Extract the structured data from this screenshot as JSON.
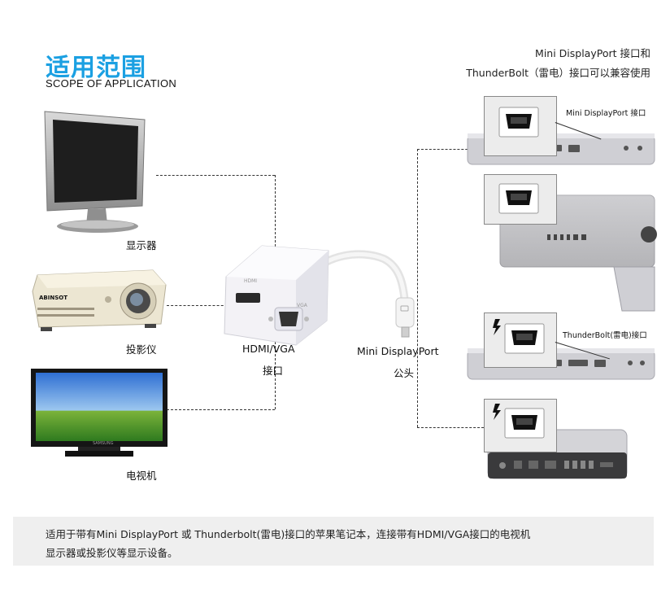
{
  "header": {
    "title_zh": "适用范围",
    "title_en": "SCOPE OF APPLICATION"
  },
  "top_note": {
    "line1": "Mini DisplayPort 接口和",
    "line2": "ThunderBolt（雷电）接口可以兼容使用"
  },
  "devices": {
    "monitor_label": "显示器",
    "projector_label": "投影仪",
    "projector_brand": "ABINSOT",
    "tv_label": "电视机",
    "tv_brand": "SAMSUNG"
  },
  "adapter": {
    "port_label_line1": "HDMI/VGA",
    "port_label_line2": "接口",
    "connector_label_line1": "Mini DisplayPort",
    "connector_label_line2": "公头",
    "hdmi_mark": "HDMI",
    "vga_mark": "VGA"
  },
  "computers": {
    "callout_mdp": "Mini DisplayPort 接口",
    "callout_tb": "ThunderBolt(雷电)接口"
  },
  "footer": {
    "line1": "适用于带有Mini DisplayPort 或 Thunderbolt(雷电)接口的苹果笔记本，连接带有HDMI/VGA接口的电视机",
    "line2": "显示器或投影仪等显示设备。"
  },
  "colors": {
    "accent": "#1ba0e2",
    "footer_bg": "#efefef"
  }
}
